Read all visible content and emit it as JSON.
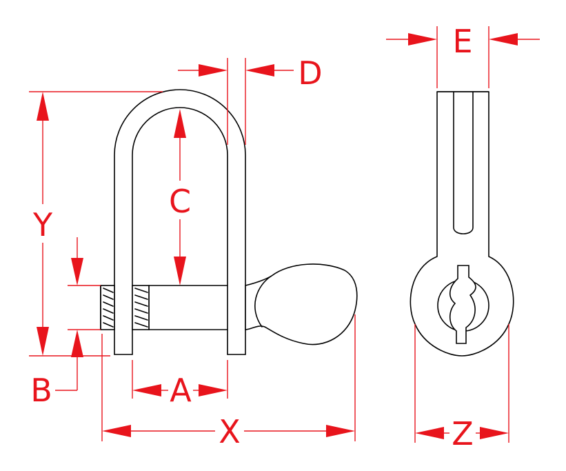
{
  "diagram": {
    "labels": {
      "A": "A",
      "B": "B",
      "C": "C",
      "D": "D",
      "E": "E",
      "X": "X",
      "Y": "Y",
      "Z": "Z"
    },
    "colors": {
      "dimension": "#e8141c",
      "outline": "#000000",
      "background": "#ffffff"
    }
  }
}
